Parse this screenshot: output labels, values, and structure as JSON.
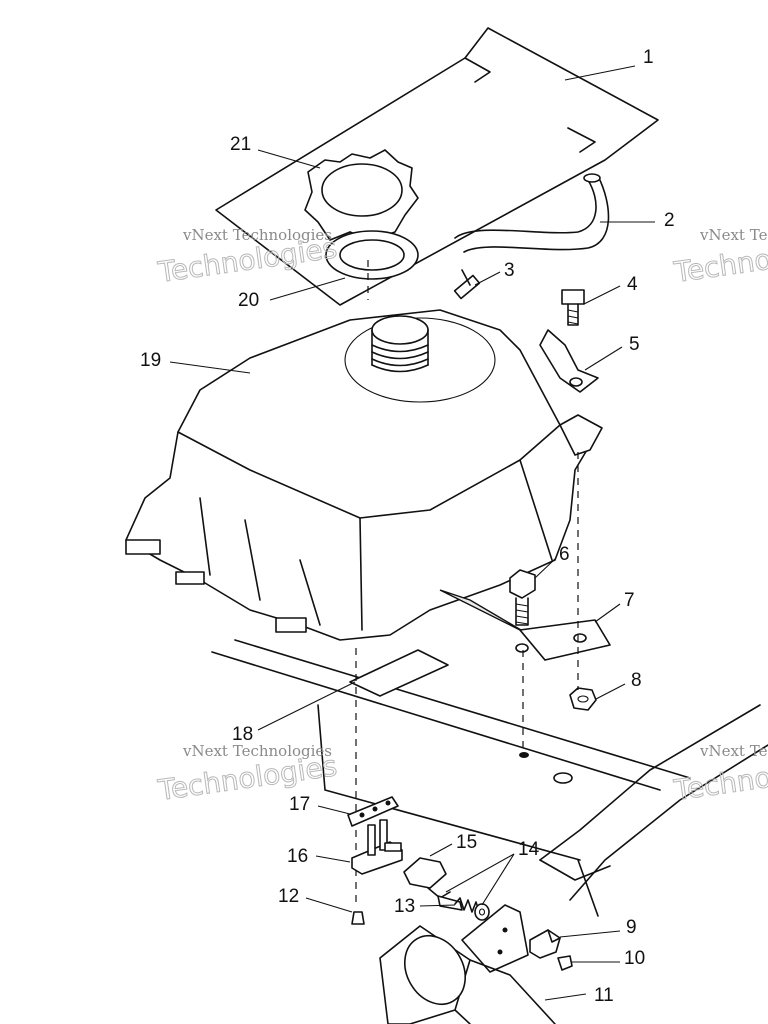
{
  "watermark": {
    "line1": "vNext Technologies",
    "line2": "Technologies",
    "line3": "vNext"
  },
  "callouts": [
    {
      "id": "1",
      "label": "1"
    },
    {
      "id": "2",
      "label": "2"
    },
    {
      "id": "3",
      "label": "3"
    },
    {
      "id": "4",
      "label": "4"
    },
    {
      "id": "5",
      "label": "5"
    },
    {
      "id": "6",
      "label": "6"
    },
    {
      "id": "7",
      "label": "7"
    },
    {
      "id": "8",
      "label": "8"
    },
    {
      "id": "9",
      "label": "9"
    },
    {
      "id": "10",
      "label": "10"
    },
    {
      "id": "11",
      "label": "11"
    },
    {
      "id": "12",
      "label": "12"
    },
    {
      "id": "13",
      "label": "13"
    },
    {
      "id": "14",
      "label": "14"
    },
    {
      "id": "15",
      "label": "15"
    },
    {
      "id": "16",
      "label": "16"
    },
    {
      "id": "17",
      "label": "17"
    },
    {
      "id": "18",
      "label": "18"
    },
    {
      "id": "19",
      "label": "19"
    },
    {
      "id": "20",
      "label": "20"
    },
    {
      "id": "21",
      "label": "21"
    }
  ]
}
